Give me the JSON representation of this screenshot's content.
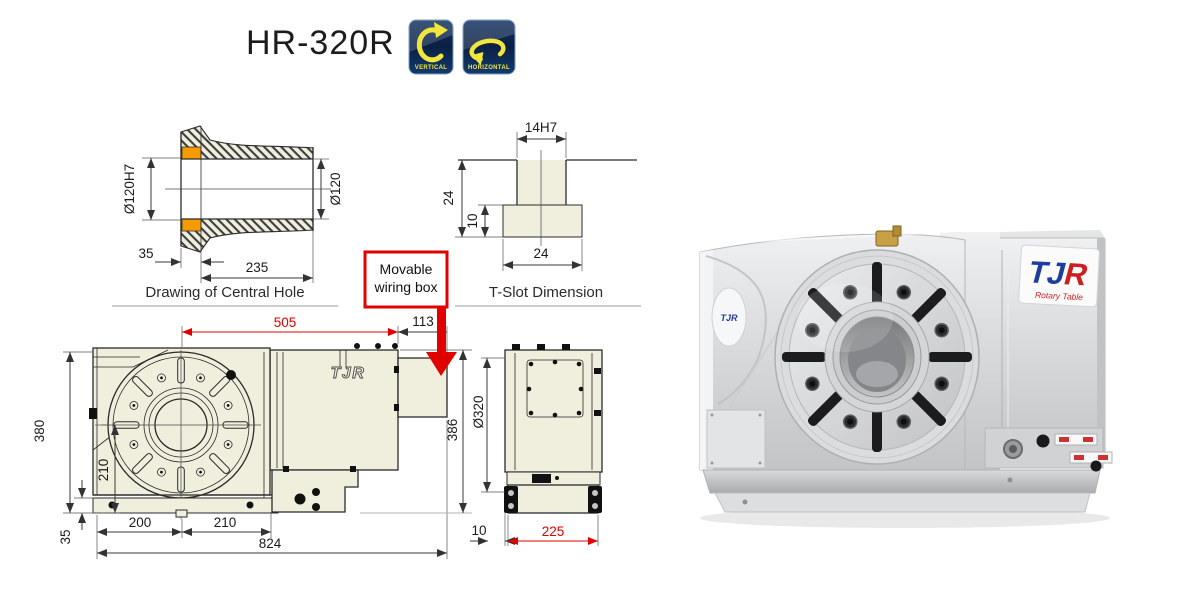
{
  "header": {
    "title": "HR-320R",
    "vertical_label": "VERTICAL",
    "horizontal_label": "HORIZONTAL"
  },
  "colors": {
    "accent_red": "#e10000",
    "drawing_fill": "#f0eedd",
    "hatch_orange": "#f59b00",
    "icon_yellow": "#f2e63c",
    "logo_blue": "#1d3e9c",
    "logo_red": "#cc2020"
  },
  "central_hole": {
    "caption": "Drawing of Central Hole",
    "dia_bore": "Ø120H7",
    "dia_end": "Ø120",
    "flange": "35",
    "length": "235"
  },
  "t_slot": {
    "caption": "T-Slot Dimension",
    "slot_width": "14H7",
    "depth_total": "24",
    "depth_base": "10",
    "base_width": "24"
  },
  "callout": {
    "line1": "Movable",
    "line2": "wiring box"
  },
  "front_view": {
    "logo": "TJR",
    "dim_red_width": "505",
    "dim_wiring": "113",
    "dim_height": "380",
    "dim_center_height": "210",
    "dim_base_height": "35",
    "dim_left": "200",
    "dim_right": "210",
    "dim_total_width": "824",
    "dim_body_height": "386"
  },
  "side_view": {
    "dim_plate_dia": "Ø320",
    "dim_gap": "10",
    "dim_base_width": "225"
  },
  "photo": {
    "logo_tj": "TJ",
    "logo_r": "R",
    "tagline": "Rotary Table",
    "badge": "TJR"
  }
}
